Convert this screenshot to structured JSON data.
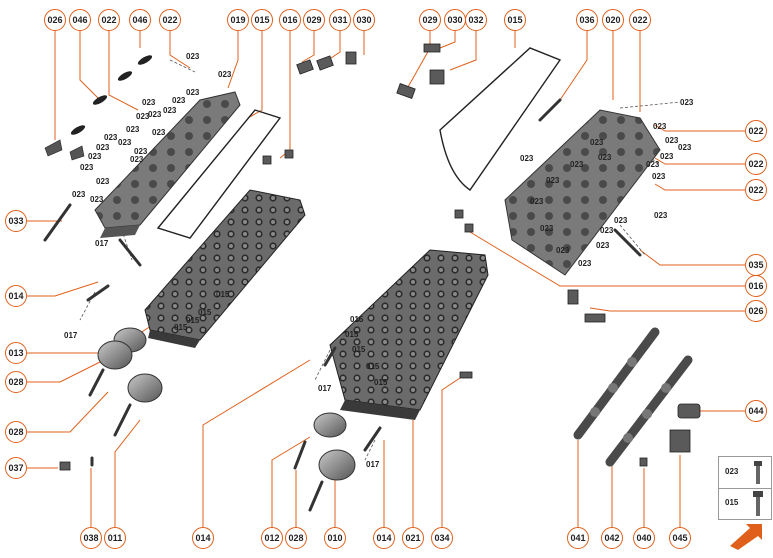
{
  "colors": {
    "accent": "#e0601b",
    "part_fill": "#5a5a5a",
    "part_dark": "#2e2e2e",
    "part_light": "#9a9a9a",
    "leader": "#444444"
  },
  "callouts_top": [
    "026",
    "046",
    "022",
    "046",
    "022",
    "019",
    "015",
    "016",
    "029",
    "031",
    "030",
    "029",
    "030",
    "032",
    "015",
    "036",
    "020",
    "022"
  ],
  "callouts_right": [
    "022",
    "022",
    "022",
    "035",
    "016",
    "026",
    "044"
  ],
  "callouts_left": [
    "033",
    "014",
    "013",
    "028",
    "028",
    "037"
  ],
  "callouts_bottom": [
    "038",
    "011",
    "014",
    "012",
    "028",
    "010",
    "014",
    "021",
    "034",
    "041",
    "042",
    "040",
    "045"
  ],
  "labels": {
    "small_023": "023",
    "small_017": "017",
    "small_015": "015"
  },
  "legend": {
    "row1": "023",
    "row2": "015"
  },
  "icons": {
    "next_page": "next-page-arrow-icon"
  }
}
